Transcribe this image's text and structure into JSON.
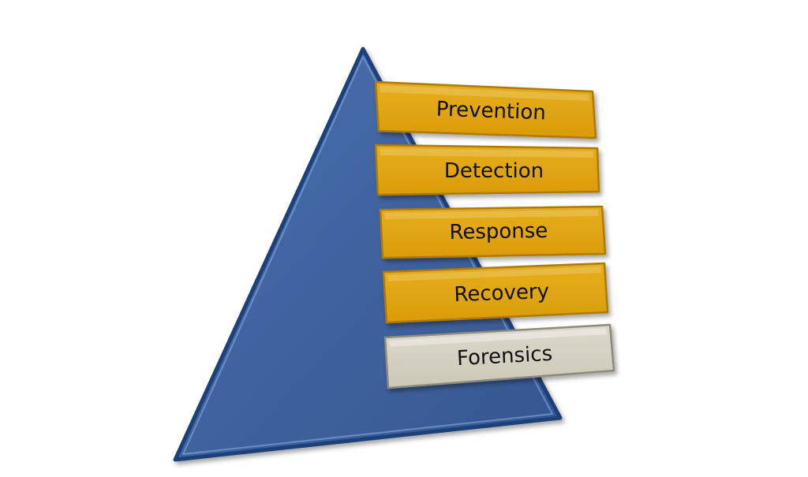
{
  "diagram": {
    "type": "pyramid-with-stacked-boxes",
    "pyramid_color": "#3d62a0",
    "box_color": "#e3a815",
    "last_box_color": "#d8d4c6",
    "boxes": [
      {
        "label": "Prevention"
      },
      {
        "label": "Detection"
      },
      {
        "label": "Response"
      },
      {
        "label": "Recovery"
      },
      {
        "label": "Forensics"
      }
    ]
  }
}
